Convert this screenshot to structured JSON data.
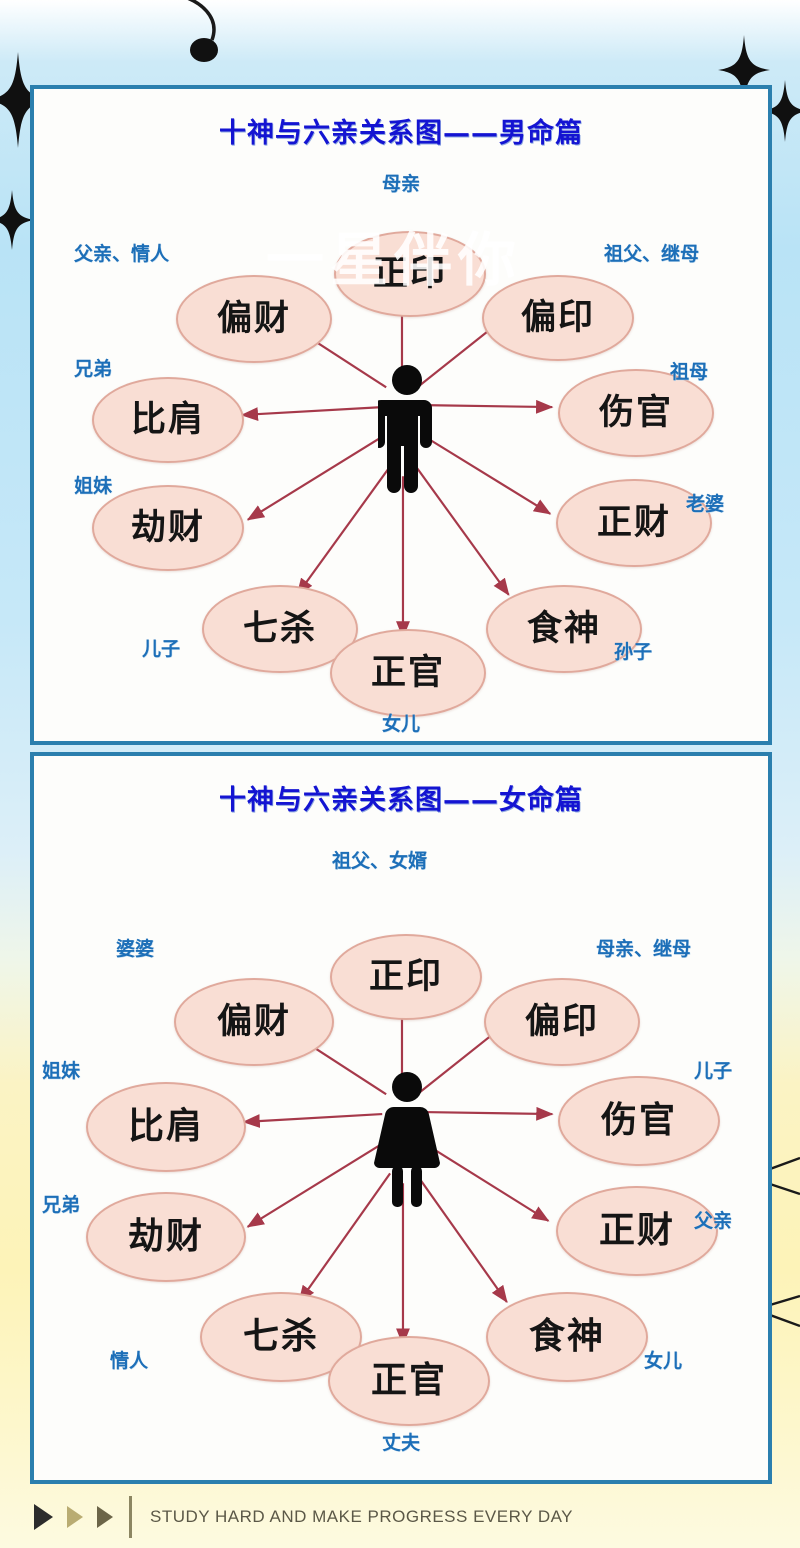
{
  "background": {
    "top_color": "#b9e3f6",
    "bottom_color": "#fdf3b8",
    "panel_border_color": "#2b7fae",
    "node_fill": "#f9ded4",
    "node_border": "#e0a99c",
    "arrow_color": "#9e3a4a",
    "title_color": "#1414d2",
    "label_color": "#1d6fb8"
  },
  "watermark": {
    "text": "一星伴你"
  },
  "panels": [
    {
      "id": "male",
      "title": "十神与六亲关系图——男命篇",
      "center_icon": "male-person-icon",
      "nodes": [
        {
          "name": "zheng-yin",
          "text": "正印",
          "label": "母亲",
          "label_pos": "top"
        },
        {
          "name": "pian-cai",
          "text": "偏财",
          "label": "父亲、情人",
          "label_pos": "top-left"
        },
        {
          "name": "pian-yin",
          "text": "偏印",
          "label": "祖父、继母",
          "label_pos": "top-right"
        },
        {
          "name": "bi-jian",
          "text": "比肩",
          "label": "兄弟",
          "label_pos": "left"
        },
        {
          "name": "shang-guan",
          "text": "伤官",
          "label": "祖母",
          "label_pos": "right"
        },
        {
          "name": "jie-cai",
          "text": "劫财",
          "label": "姐妹",
          "label_pos": "left-lower"
        },
        {
          "name": "zheng-cai",
          "text": "正财",
          "label": "老婆",
          "label_pos": "right-lower"
        },
        {
          "name": "qi-sha",
          "text": "七杀",
          "label": "儿子",
          "label_pos": "bottom-left"
        },
        {
          "name": "shi-shen",
          "text": "食神",
          "label": "孙子",
          "label_pos": "bottom-right"
        },
        {
          "name": "zheng-guan",
          "text": "正官",
          "label": "女儿",
          "label_pos": "bottom"
        }
      ]
    },
    {
      "id": "female",
      "title": "十神与六亲关系图——女命篇",
      "center_icon": "female-person-icon",
      "nodes": [
        {
          "name": "zheng-yin",
          "text": "正印",
          "label": "祖父、女婿",
          "label_pos": "top"
        },
        {
          "name": "pian-cai",
          "text": "偏财",
          "label": "婆婆",
          "label_pos": "top-left"
        },
        {
          "name": "pian-yin",
          "text": "偏印",
          "label": "母亲、继母",
          "label_pos": "top-right"
        },
        {
          "name": "bi-jian",
          "text": "比肩",
          "label": "姐妹",
          "label_pos": "left"
        },
        {
          "name": "shang-guan",
          "text": "伤官",
          "label": "儿子",
          "label_pos": "right"
        },
        {
          "name": "jie-cai",
          "text": "劫财",
          "label": "兄弟",
          "label_pos": "left-lower"
        },
        {
          "name": "zheng-cai",
          "text": "正财",
          "label": "父亲",
          "label_pos": "right-lower"
        },
        {
          "name": "qi-sha",
          "text": "七杀",
          "label": "情人",
          "label_pos": "bottom-left"
        },
        {
          "name": "shi-shen",
          "text": "食神",
          "label": "女儿",
          "label_pos": "bottom-right"
        },
        {
          "name": "zheng-guan",
          "text": "正官",
          "label": "丈夫",
          "label_pos": "bottom"
        }
      ]
    }
  ],
  "footer": {
    "motto": "STUDY HARD AND MAKE PROGRESS EVERY DAY"
  }
}
